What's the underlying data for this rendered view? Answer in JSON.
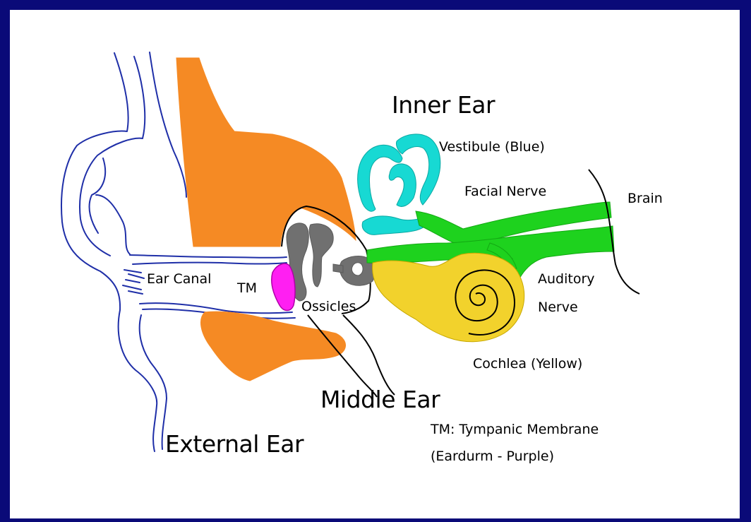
{
  "colors": {
    "frame": "#0a0a78",
    "paper": "#ffffff",
    "outline": "#1f2fa8",
    "bone": "#f58a24",
    "eardrum": "#ff1ff2",
    "ossicles": "#707070",
    "vestibule": "#17d9d3",
    "nerve": "#1ed21e",
    "cochlea": "#f2d22c"
  },
  "labels": {
    "inner_ear": "Inner Ear",
    "vestibule": "Vestibule (Blue)",
    "facial_nerve": "Facial Nerve",
    "brain": "Brain",
    "ear_canal": "Ear Canal",
    "tm": "TM",
    "ossicles": "Ossicles",
    "auditory_nerve_1": "Auditory",
    "auditory_nerve_2": "Nerve",
    "cochlea": "Cochlea (Yellow)",
    "middle_ear": "Middle Ear",
    "external_ear": "External Ear",
    "tm_legend_1": "TM: Tympanic Membrane",
    "tm_legend_2": "(Eardurm - Purple)"
  }
}
